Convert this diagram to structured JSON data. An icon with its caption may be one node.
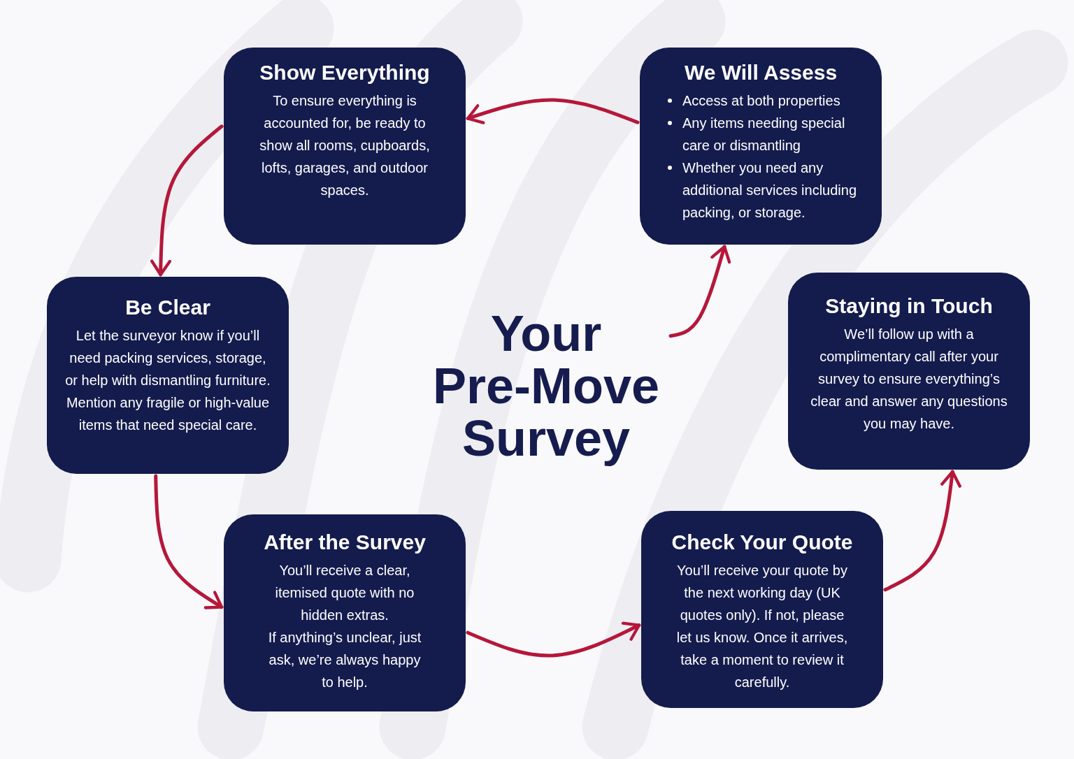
{
  "diagram": {
    "nodes": [
      {
        "text": [
          "Show Everything",
          "To ensure everything is accounted for, be ready to show all rooms, cupboards, lofts, garages, and outdoor spaces."
        ]
      },
      {
        "text": [
          "We Will Assess",
          "Access at both properties",
          "Any items needing special care or dismantling",
          "Whether you need any additional services including packing, or storage."
        ]
      },
      {
        "text": [
          "Be Clear",
          "Let the surveyor know if you’ll need packing services, storage, or help with dismantling furniture. Mention any fragile or high-value items that need special care."
        ]
      },
      {
        "text": [
          "Your Pre-Move Survey"
        ]
      },
      {
        "text": [
          "Staying in Touch",
          "We’ll follow up with a complimentary call after your survey to ensure everything’s clear and answer any questions you may have."
        ]
      },
      {
        "text": [
          "After the Survey",
          "You’ll receive a clear, itemised quote with no hidden extras.",
          "If anything’s unclear, just ask, we’re always happy to help."
        ]
      },
      {
        "text": [
          "Check Your Quote",
          "You’ll receive your quote by the next working day (UK quotes only). If not, please let us know. Once it arrives, take a moment to review it carefully."
        ]
      }
    ],
    "edges": [
      {
        "from": 3,
        "to": 1,
        "arrow": "to"
      },
      {
        "from": 1,
        "to": 0,
        "arrow": "to"
      },
      {
        "from": 0,
        "to": 2,
        "arrow": "to"
      },
      {
        "from": 2,
        "to": 5,
        "arrow": "to"
      },
      {
        "from": 5,
        "to": 6,
        "arrow": "to"
      },
      {
        "from": 6,
        "to": 4,
        "arrow": "to"
      }
    ]
  }
}
